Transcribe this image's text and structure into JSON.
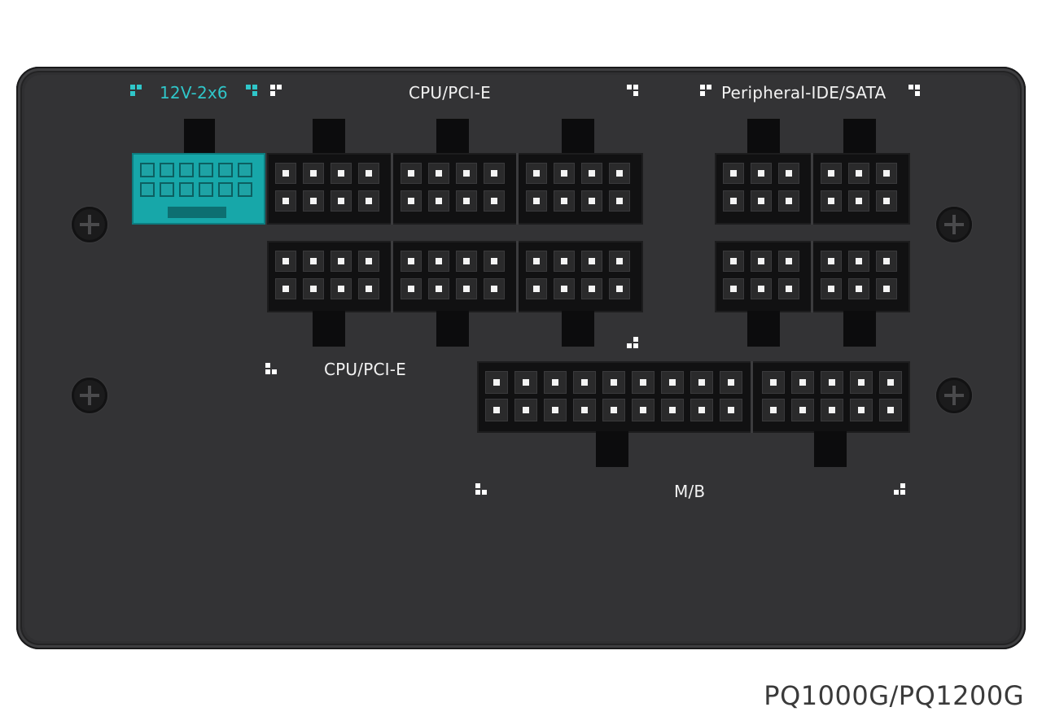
{
  "labels": {
    "top_left": "12V-2x6",
    "top_middle": "CPU/PCI-E",
    "top_right": "Peripheral-IDE/SATA",
    "mid_left": "CPU/PCI-E",
    "bottom": "M/B"
  },
  "model": "PQ1000G/PQ1200G",
  "colors": {
    "panel": "#333335",
    "accent_cyan": "#2fc6c9",
    "connector": "#111112"
  },
  "icons": [
    "screw-icon",
    "corner-mark-icon"
  ]
}
